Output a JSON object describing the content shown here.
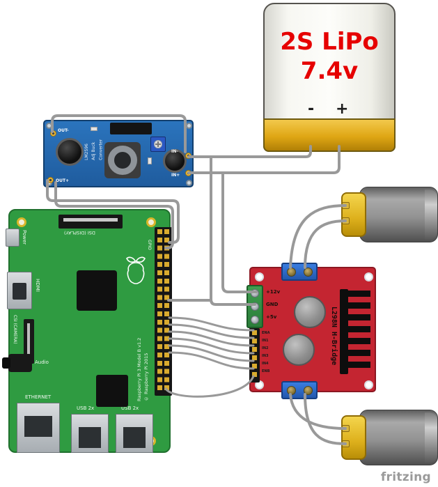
{
  "watermark": "fritzing",
  "battery": {
    "line1": "2S LiPo",
    "line2": "7.4v",
    "neg": "-",
    "pos": "+"
  },
  "buck_converter": {
    "out_minus": "OUT-",
    "out_plus": "OUT+",
    "in_minus": "IN-",
    "in_plus": "IN+",
    "silkscreen": "LM2596\nAdj Buck\nConverter"
  },
  "raspberry_pi": {
    "power": "Power",
    "hdmi": "HDMI",
    "csi": "CSI (CAMERA)",
    "audio": "Audio",
    "ethernet": "ETHERNET",
    "usb_left": "USB 2x",
    "usb_right": "USB 2x",
    "dsi": "DSI (DISPLAY)",
    "gpio": "GPIO",
    "model": "Raspberry Pi 3 Model B v1.2",
    "copyright": "© Raspberry Pi 2015"
  },
  "motor_driver": {
    "chip_label": "L298N H-Bridge",
    "t12v": "+12v",
    "gnd": "GND",
    "t5v": "+5v",
    "pins": [
      "ENA",
      "IN1",
      "IN2",
      "IN3",
      "IN4",
      "ENB"
    ]
  },
  "colors": {
    "battery_text": "#e60000",
    "pi_board": "#2f9b41",
    "driver_board": "#c42531",
    "buck_board": "#2b74bd",
    "black": "#1c1c1c",
    "red": "#e00000",
    "orange": "#ff7a00",
    "white": "#ececec",
    "blue": "#3050e0",
    "cyan": "#00b4c8",
    "green": "#2ec22e",
    "purple": "#9b30c0",
    "gray": "#9a9a9a",
    "yellow": "#e6c41e"
  },
  "connections": [
    {
      "wire": "battery-neg-to-buck-in-minus",
      "color": "black"
    },
    {
      "wire": "ground-branch-to-driver-gnd",
      "color": "black"
    },
    {
      "wire": "pi-gnd-to-ground",
      "color": "black"
    },
    {
      "wire": "buck-out-minus-jumper",
      "color": "black"
    },
    {
      "wire": "battery-pos-to-buck-in-plus",
      "color": "red"
    },
    {
      "wire": "battery-pos-to-driver-12v",
      "color": "red"
    },
    {
      "wire": "buck-5v-to-pi-a",
      "color": "orange"
    },
    {
      "wire": "buck-5v-to-pi-b",
      "color": "orange"
    },
    {
      "wire": "gpio-signal-1",
      "color": "white"
    },
    {
      "wire": "gpio-signal-2",
      "color": "blue"
    },
    {
      "wire": "gpio-signal-3",
      "color": "cyan"
    },
    {
      "wire": "gpio-signal-4",
      "color": "green"
    },
    {
      "wire": "gpio-signal-5",
      "color": "orange"
    },
    {
      "wire": "gpio-signal-6",
      "color": "purple"
    },
    {
      "wire": "gpio-signal-7",
      "color": "gray"
    },
    {
      "wire": "driver-out-to-motor-top-a",
      "color": "green"
    },
    {
      "wire": "driver-out-to-motor-top-b",
      "color": "yellow"
    },
    {
      "wire": "driver-out-to-motor-bottom-a",
      "color": "green"
    },
    {
      "wire": "driver-out-to-motor-bottom-b",
      "color": "yellow"
    }
  ]
}
